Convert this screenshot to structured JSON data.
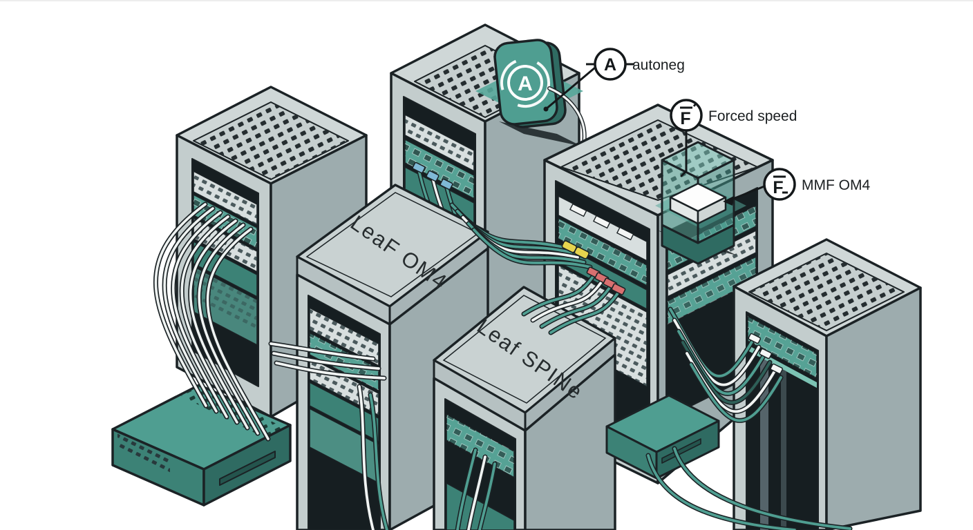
{
  "scene": {
    "description": "Isometric illustration of leaf/spine data-center racks with fiber cabling",
    "background": "#ffffff",
    "accent_teal": "#4f9e91",
    "callouts": [
      {
        "id": "autoneg",
        "icon": "circled-a-icon",
        "glyph": "A",
        "label": "autoneg"
      },
      {
        "id": "forced_speed",
        "icon": "circled-f-bar-icon",
        "glyph": "F",
        "label": "Forced speed"
      },
      {
        "id": "mmf_om4",
        "icon": "circled-f-bar-dash-icon",
        "glyph": "F",
        "label": "MMF OM4"
      }
    ],
    "racks": {
      "leaf_om4_label": "LeaF OM4",
      "leaf_spine_label": "Leaf SPINe"
    },
    "badge_glyph": "A",
    "status_colors": {
      "yellow_connector": "#e6d44e",
      "red_connector": "#d97070"
    }
  }
}
